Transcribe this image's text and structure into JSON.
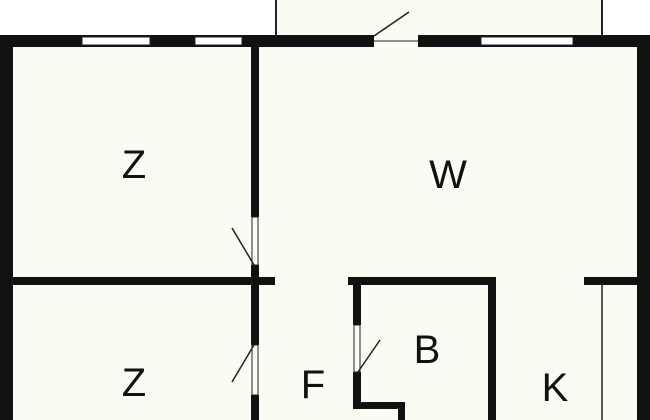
{
  "floor_plan": {
    "colors": {
      "wall": "#111111",
      "floor": "#fbfbf4",
      "background": "#ffffff",
      "door_swing": "#222222"
    },
    "rooms": [
      {
        "id": "room-top-left",
        "label": "Z"
      },
      {
        "id": "room-living",
        "label": "W"
      },
      {
        "id": "room-bottom-left",
        "label": "Z"
      },
      {
        "id": "room-hall",
        "label": "F"
      },
      {
        "id": "room-bath",
        "label": "B"
      },
      {
        "id": "room-kitchen",
        "label": "K"
      }
    ]
  }
}
